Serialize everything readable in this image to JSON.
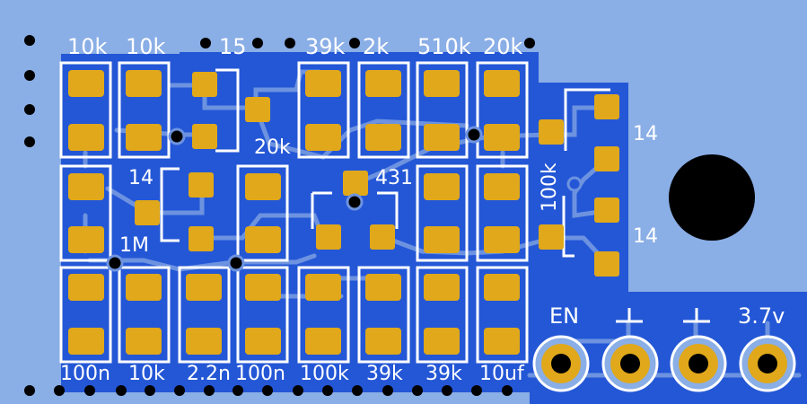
{
  "board": {
    "colors": {
      "background": "#8aaee6",
      "copper": "#2457d6",
      "trace": "#6d93e0",
      "silk": "#ffffff",
      "pad": "#e0a81a",
      "hole": "#000000"
    }
  },
  "labels": {
    "top": [
      "10k",
      "10k",
      "15",
      "39k",
      "2k",
      "510k",
      "20k"
    ],
    "mid": {
      "r20k": "20k",
      "q14a": "14",
      "q431": "431",
      "r1m": "1M",
      "r100k": "100k",
      "q14b": "14",
      "q14c": "14"
    },
    "bottom": [
      "100n",
      "10k",
      "2.2n",
      "100n",
      "100k",
      "39k",
      "39k",
      "10uf"
    ],
    "header": [
      "EN",
      "⊥",
      "⊥",
      "3.7v"
    ]
  },
  "icons": {
    "header_pin": "through-hole-pad-icon",
    "mount_hole": "mounting-hole-icon",
    "via": "via-icon"
  }
}
